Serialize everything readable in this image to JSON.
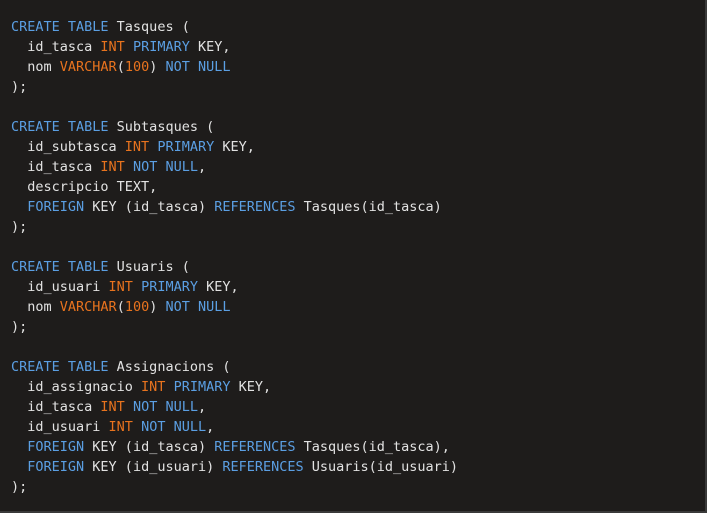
{
  "colors": {
    "kw": "#5b9fe3",
    "ty": "#e8731e",
    "tx": "#e2e2e2",
    "background": "#1e1c1b"
  },
  "lines": [
    [
      [
        "CREATE TABLE",
        "kw"
      ],
      [
        " Tasques (",
        "tx"
      ]
    ],
    [
      [
        "  id_tasca ",
        "tx"
      ],
      [
        "INT",
        "ty"
      ],
      [
        " ",
        "tx"
      ],
      [
        "PRIMARY",
        "kw"
      ],
      [
        " KEY,",
        "tx"
      ]
    ],
    [
      [
        "  nom ",
        "tx"
      ],
      [
        "VARCHAR",
        "ty"
      ],
      [
        "(",
        "tx"
      ],
      [
        "100",
        "ty"
      ],
      [
        ") ",
        "tx"
      ],
      [
        "NOT NULL",
        "kw"
      ]
    ],
    [
      [
        ");",
        "tx"
      ]
    ],
    [
      [
        "",
        "tx"
      ]
    ],
    [
      [
        "CREATE TABLE",
        "kw"
      ],
      [
        " Subtasques (",
        "tx"
      ]
    ],
    [
      [
        "  id_subtasca ",
        "tx"
      ],
      [
        "INT",
        "ty"
      ],
      [
        " ",
        "tx"
      ],
      [
        "PRIMARY",
        "kw"
      ],
      [
        " KEY,",
        "tx"
      ]
    ],
    [
      [
        "  id_tasca ",
        "tx"
      ],
      [
        "INT",
        "ty"
      ],
      [
        " ",
        "tx"
      ],
      [
        "NOT NULL",
        "kw"
      ],
      [
        ",",
        "tx"
      ]
    ],
    [
      [
        "  descripcio TEXT,",
        "tx"
      ]
    ],
    [
      [
        "  ",
        "tx"
      ],
      [
        "FOREIGN",
        "kw"
      ],
      [
        " KEY (id_tasca) ",
        "tx"
      ],
      [
        "REFERENCES",
        "kw"
      ],
      [
        " Tasques(id_tasca)",
        "tx"
      ]
    ],
    [
      [
        ");",
        "tx"
      ]
    ],
    [
      [
        "",
        "tx"
      ]
    ],
    [
      [
        "CREATE TABLE",
        "kw"
      ],
      [
        " Usuaris (",
        "tx"
      ]
    ],
    [
      [
        "  id_usuari ",
        "tx"
      ],
      [
        "INT",
        "ty"
      ],
      [
        " ",
        "tx"
      ],
      [
        "PRIMARY",
        "kw"
      ],
      [
        " KEY,",
        "tx"
      ]
    ],
    [
      [
        "  nom ",
        "tx"
      ],
      [
        "VARCHAR",
        "ty"
      ],
      [
        "(",
        "tx"
      ],
      [
        "100",
        "ty"
      ],
      [
        ") ",
        "tx"
      ],
      [
        "NOT NULL",
        "kw"
      ]
    ],
    [
      [
        ");",
        "tx"
      ]
    ],
    [
      [
        "",
        "tx"
      ]
    ],
    [
      [
        "CREATE TABLE",
        "kw"
      ],
      [
        " Assignacions (",
        "tx"
      ]
    ],
    [
      [
        "  id_assignacio ",
        "tx"
      ],
      [
        "INT",
        "ty"
      ],
      [
        " ",
        "tx"
      ],
      [
        "PRIMARY",
        "kw"
      ],
      [
        " KEY,",
        "tx"
      ]
    ],
    [
      [
        "  id_tasca ",
        "tx"
      ],
      [
        "INT",
        "ty"
      ],
      [
        " ",
        "tx"
      ],
      [
        "NOT NULL",
        "kw"
      ],
      [
        ",",
        "tx"
      ]
    ],
    [
      [
        "  id_usuari ",
        "tx"
      ],
      [
        "INT",
        "ty"
      ],
      [
        " ",
        "tx"
      ],
      [
        "NOT NULL",
        "kw"
      ],
      [
        ",",
        "tx"
      ]
    ],
    [
      [
        "  ",
        "tx"
      ],
      [
        "FOREIGN",
        "kw"
      ],
      [
        " KEY (id_tasca) ",
        "tx"
      ],
      [
        "REFERENCES",
        "kw"
      ],
      [
        " Tasques(id_tasca),",
        "tx"
      ]
    ],
    [
      [
        "  ",
        "tx"
      ],
      [
        "FOREIGN",
        "kw"
      ],
      [
        " KEY (id_usuari) ",
        "tx"
      ],
      [
        "REFERENCES",
        "kw"
      ],
      [
        " Usuaris(id_usuari)",
        "tx"
      ]
    ],
    [
      [
        ");",
        "tx"
      ]
    ]
  ]
}
